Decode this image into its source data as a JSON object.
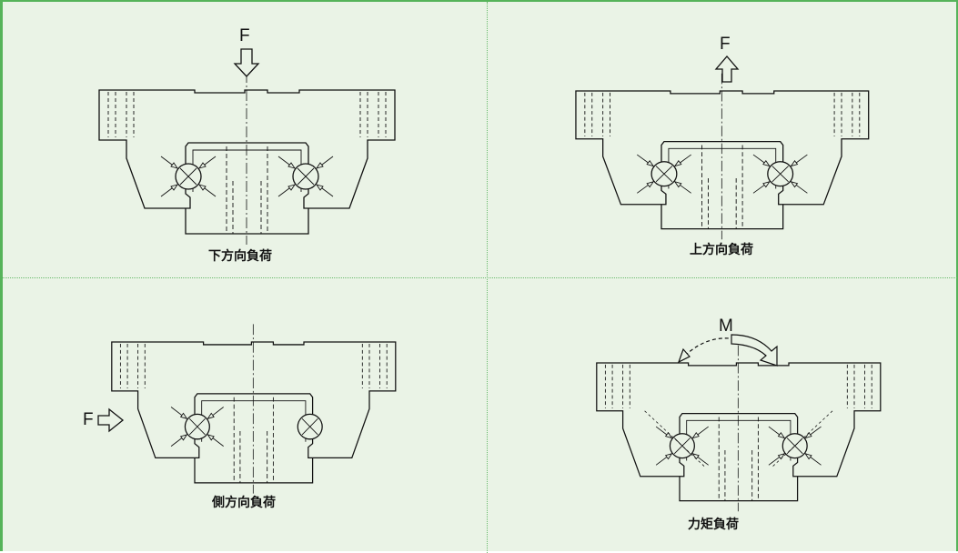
{
  "panels": [
    {
      "id": "downward",
      "caption": "下方向負荷",
      "force_label": "F",
      "force_direction": "down"
    },
    {
      "id": "upward",
      "caption": "上方向負荷",
      "force_label": "F",
      "force_direction": "up"
    },
    {
      "id": "lateral",
      "caption": "側方向負荷",
      "force_label": "F",
      "force_direction": "right"
    },
    {
      "id": "moment",
      "caption": "力矩負荷",
      "force_label": "M",
      "force_direction": "rotation"
    }
  ],
  "colors": {
    "background": "#eaf3e6",
    "border": "#56b35a",
    "divider": "#69bb6c",
    "line": "#111111"
  }
}
